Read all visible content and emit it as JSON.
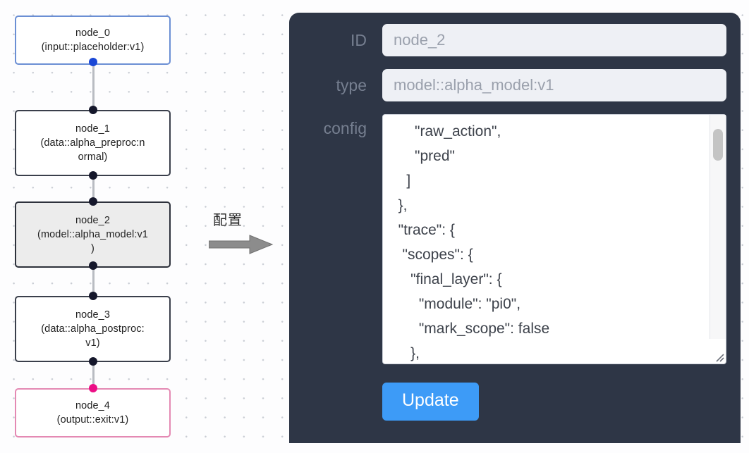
{
  "graph": {
    "nodes": [
      {
        "id": "node_0",
        "title": "node_0",
        "subtitle": "(input::placeholder:v1)",
        "kind": "input",
        "selected": false
      },
      {
        "id": "node_1",
        "title": "node_1",
        "subtitle": "(data::alpha_preproc:normal)",
        "kind": "data",
        "selected": false
      },
      {
        "id": "node_2",
        "title": "node_2",
        "subtitle": "(model::alpha_model:v1)",
        "kind": "model",
        "selected": true
      },
      {
        "id": "node_3",
        "title": "node_3",
        "subtitle": "(data::alpha_postproc:v1)",
        "kind": "data",
        "selected": false
      },
      {
        "id": "node_4",
        "title": "node_4",
        "subtitle": "(output::exit:v1)",
        "kind": "output",
        "selected": false
      }
    ],
    "node_labels": [
      "node_0\n(input::placeholder:v1)",
      "node_1\n(data::alpha_preproc:n\normal)",
      "node_2\n(model::alpha_model:v1\n)",
      "node_3\n(data::alpha_postproc:\nv1)",
      "node_4\n(output::exit:v1)"
    ]
  },
  "annotation": {
    "caption": "配置",
    "arrow_icon": "arrow-right-icon"
  },
  "panel": {
    "fields": {
      "id_label": "ID",
      "id_value": "node_2",
      "type_label": "type",
      "type_value": "model::alpha_model:v1",
      "config_label": "config",
      "config_value": "      \"raw_action\",\n      \"pred\"\n    ]\n  },\n  \"trace\": {\n   \"scopes\": {\n     \"final_layer\": {\n       \"module\": \"pi0\",\n       \"mark_scope\": false\n     },\n     \"action_model\": {"
    },
    "update_label": "Update",
    "scrollbar": "vertical-scrollbar",
    "resize_handle": "resize-grip-icon"
  },
  "colors": {
    "panel_bg": "#2e3646",
    "input_bg": "#eef0f5",
    "accent_button": "#3d9bf7",
    "input_node_border": "#6b8fd4",
    "output_node_border": "#e489b3",
    "selected_node_bg": "#ececec",
    "port_blue": "#1a47d6",
    "port_pink": "#ec0f86",
    "label_text": "#767f90"
  }
}
